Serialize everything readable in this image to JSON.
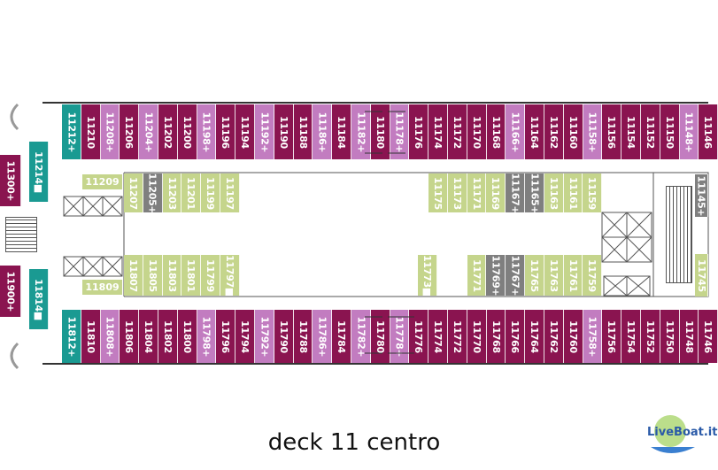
{
  "caption": "deck 11 centro",
  "logo_text": "LiveBoat.it",
  "colors": {
    "dark": "#8a1450",
    "light": "#c27cc0",
    "olive": "#c5d58c",
    "grey": "#7f7f7f",
    "teal": "#1a9a92"
  },
  "legend_icons": [
    "plus-icon",
    "square-icon",
    "arrow-connector-icon"
  ],
  "top_outer": [
    {
      "label": "11212+",
      "type": "teal"
    },
    {
      "label": "11210",
      "type": "dark"
    },
    {
      "label": "11208+",
      "type": "light"
    },
    {
      "label": "11206",
      "type": "dark"
    },
    {
      "label": "11204+",
      "type": "light"
    },
    {
      "label": "11202",
      "type": "dark"
    },
    {
      "label": "11200",
      "type": "dark"
    },
    {
      "label": "11198+",
      "type": "light"
    },
    {
      "label": "11196",
      "type": "dark"
    },
    {
      "label": "11194",
      "type": "dark"
    },
    {
      "label": "11192+",
      "type": "light"
    },
    {
      "label": "11190",
      "type": "dark"
    },
    {
      "label": "11188",
      "type": "dark"
    },
    {
      "label": "11186+",
      "type": "light"
    },
    {
      "label": "11184",
      "type": "dark"
    },
    {
      "label": "11182+",
      "type": "light"
    },
    {
      "label": "11180",
      "type": "dark"
    },
    {
      "label": "11178+",
      "type": "light"
    },
    {
      "label": "11176",
      "type": "dark"
    },
    {
      "label": "11174",
      "type": "dark"
    },
    {
      "label": "11172",
      "type": "dark"
    },
    {
      "label": "11170",
      "type": "dark"
    },
    {
      "label": "11168",
      "type": "dark"
    },
    {
      "label": "11166+",
      "type": "light"
    },
    {
      "label": "11164",
      "type": "dark"
    },
    {
      "label": "11162",
      "type": "dark"
    },
    {
      "label": "11160",
      "type": "dark"
    },
    {
      "label": "11158+",
      "type": "light"
    },
    {
      "label": "11156",
      "type": "dark"
    },
    {
      "label": "11154",
      "type": "dark"
    },
    {
      "label": "11152",
      "type": "dark"
    },
    {
      "label": "11150",
      "type": "dark"
    },
    {
      "label": "11148+",
      "type": "light"
    },
    {
      "label": "11146",
      "type": "dark"
    }
  ],
  "bottom_outer": [
    {
      "label": "11812+",
      "type": "teal"
    },
    {
      "label": "11810",
      "type": "dark"
    },
    {
      "label": "11808+",
      "type": "light"
    },
    {
      "label": "11806",
      "type": "dark"
    },
    {
      "label": "11804",
      "type": "dark"
    },
    {
      "label": "11802",
      "type": "dark"
    },
    {
      "label": "11800",
      "type": "dark"
    },
    {
      "label": "11798+",
      "type": "light"
    },
    {
      "label": "11796",
      "type": "dark"
    },
    {
      "label": "11794",
      "type": "dark"
    },
    {
      "label": "11792+",
      "type": "light"
    },
    {
      "label": "11790",
      "type": "dark"
    },
    {
      "label": "11788",
      "type": "dark"
    },
    {
      "label": "11786+",
      "type": "light"
    },
    {
      "label": "11784",
      "type": "dark"
    },
    {
      "label": "11782+",
      "type": "light"
    },
    {
      "label": "11780",
      "type": "dark"
    },
    {
      "label": "11778+",
      "type": "light"
    },
    {
      "label": "11776",
      "type": "dark"
    },
    {
      "label": "11774",
      "type": "dark"
    },
    {
      "label": "11772",
      "type": "dark"
    },
    {
      "label": "11770",
      "type": "dark"
    },
    {
      "label": "11768",
      "type": "dark"
    },
    {
      "label": "11766",
      "type": "dark"
    },
    {
      "label": "11764",
      "type": "dark"
    },
    {
      "label": "11762",
      "type": "dark"
    },
    {
      "label": "11760",
      "type": "dark"
    },
    {
      "label": "11758+",
      "type": "light"
    },
    {
      "label": "11756",
      "type": "dark"
    },
    {
      "label": "11754",
      "type": "dark"
    },
    {
      "label": "11752",
      "type": "dark"
    },
    {
      "label": "11750",
      "type": "dark"
    },
    {
      "label": "11748",
      "type": "dark"
    },
    {
      "label": "11746",
      "type": "dark"
    }
  ],
  "top_inner_left": [
    {
      "label": "11207",
      "type": "olive"
    },
    {
      "label": "11205+",
      "type": "grey"
    },
    {
      "label": "11203",
      "type": "olive"
    },
    {
      "label": "11201",
      "type": "olive"
    },
    {
      "label": "11199",
      "type": "olive"
    },
    {
      "label": "11197",
      "type": "olive"
    }
  ],
  "top_inner_right": [
    {
      "label": "11175",
      "type": "olive"
    },
    {
      "label": "11173",
      "type": "olive"
    },
    {
      "label": "11171",
      "type": "olive"
    },
    {
      "label": "11169",
      "type": "olive"
    },
    {
      "label": "11167+",
      "type": "grey"
    },
    {
      "label": "11165+",
      "type": "grey"
    },
    {
      "label": "11163",
      "type": "olive"
    },
    {
      "label": "11161",
      "type": "olive"
    },
    {
      "label": "11159",
      "type": "olive"
    }
  ],
  "bottom_inner_left": [
    {
      "label": "11807",
      "type": "olive"
    },
    {
      "label": "11805",
      "type": "olive"
    },
    {
      "label": "11803",
      "type": "olive"
    },
    {
      "label": "11801",
      "type": "olive"
    },
    {
      "label": "11799",
      "type": "olive"
    },
    {
      "label": "11797■",
      "type": "olive"
    }
  ],
  "bottom_inner_right": [
    {
      "label": "11773■",
      "type": "olive"
    },
    {
      "label": "11771",
      "type": "olive"
    },
    {
      "label": "11769+",
      "type": "grey"
    },
    {
      "label": "11767+",
      "type": "grey"
    },
    {
      "label": "11765",
      "type": "olive"
    },
    {
      "label": "11763",
      "type": "olive"
    },
    {
      "label": "11761",
      "type": "olive"
    },
    {
      "label": "11759",
      "type": "olive"
    }
  ],
  "flat_cabins": {
    "top": "11209",
    "bottom": "11809"
  },
  "side_cabins": {
    "top_teal": "11214■",
    "bottom_teal": "11814■",
    "top_edge": "11300+",
    "bottom_edge": "11900+",
    "right_top": "11145+",
    "right_bottom": "11745"
  }
}
